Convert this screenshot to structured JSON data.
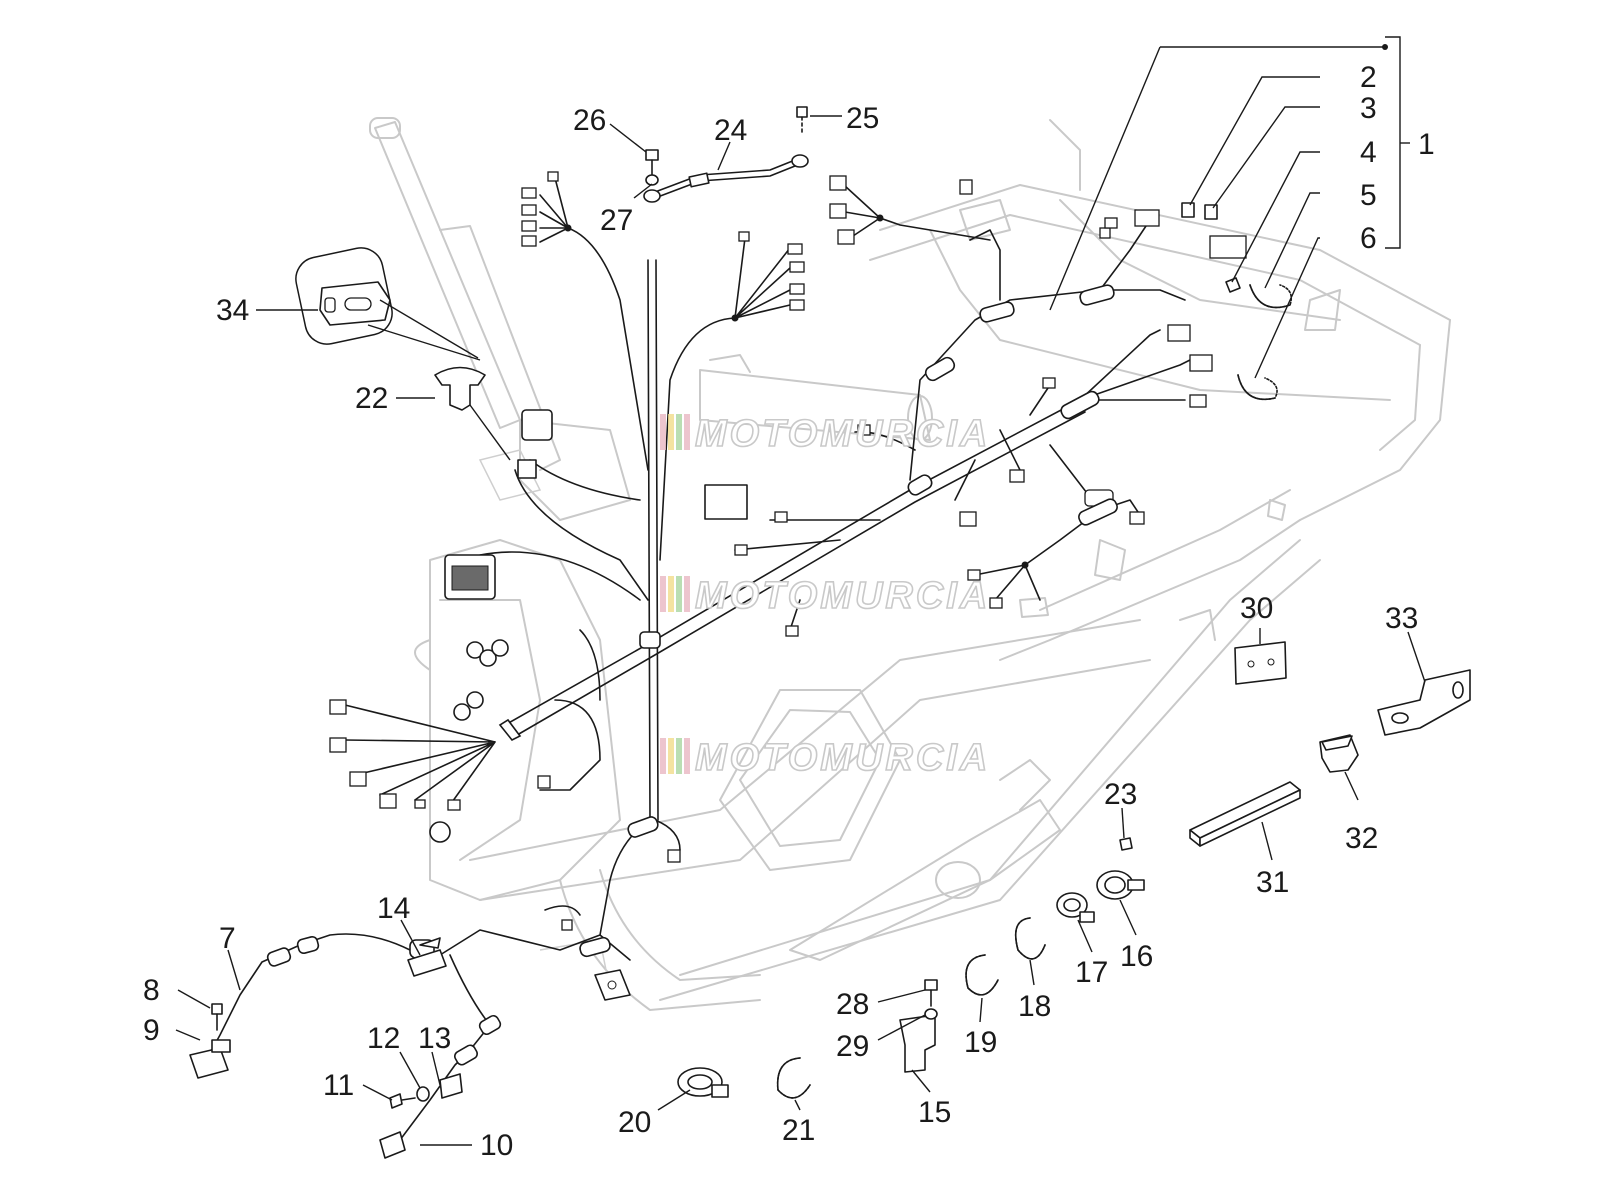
{
  "watermark": {
    "text": "MOTOMURCIA",
    "colors": [
      "#e8b7c2",
      "#f1dc8a",
      "#a9d6a0",
      "#e8b7c2"
    ]
  },
  "callouts": {
    "n1": "1",
    "n2": "2",
    "n3": "3",
    "n4": "4",
    "n5": "5",
    "n6": "6",
    "n7": "7",
    "n8": "8",
    "n9": "9",
    "n10": "10",
    "n11": "11",
    "n12": "12",
    "n13": "13",
    "n14": "14",
    "n15": "15",
    "n16": "16",
    "n17": "17",
    "n18": "18",
    "n19": "19",
    "n20": "20",
    "n21": "21",
    "n22": "22",
    "n23": "23",
    "n24": "24",
    "n25": "25",
    "n26": "26",
    "n27": "27",
    "n28": "28",
    "n29": "29",
    "n30": "30",
    "n31": "31",
    "n32": "32",
    "n33": "33",
    "n34": "34"
  },
  "colors": {
    "frame": "#c9c9c9",
    "line": "#1a1a1a"
  }
}
